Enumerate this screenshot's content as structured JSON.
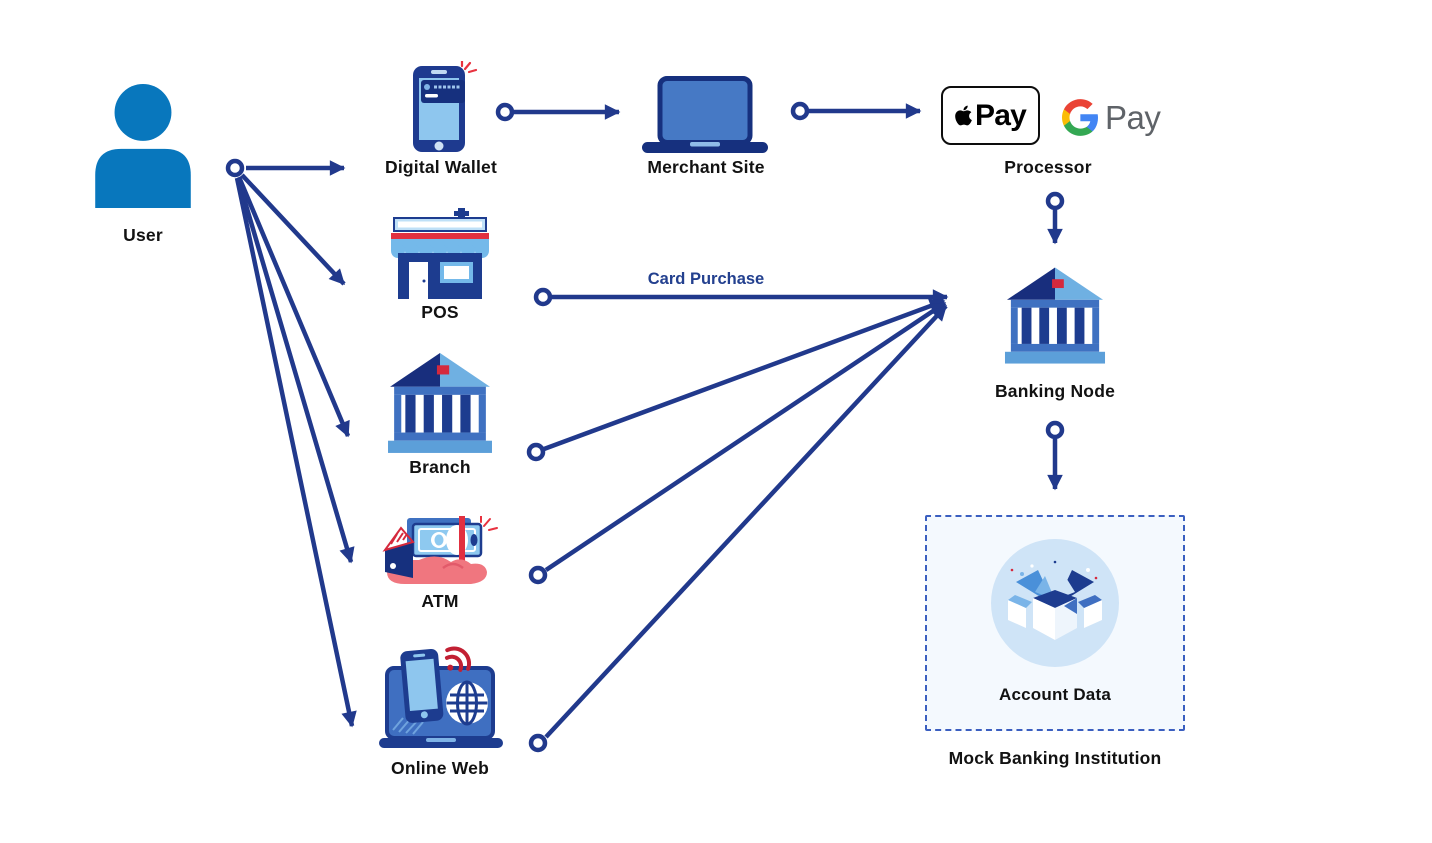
{
  "diagram": {
    "nodes": {
      "user": {
        "label": "User"
      },
      "digital_wallet": {
        "label": "Digital Wallet"
      },
      "merchant_site": {
        "label": "Merchant Site"
      },
      "processor": {
        "label": "Processor"
      },
      "pos": {
        "label": "POS"
      },
      "branch": {
        "label": "Branch"
      },
      "atm": {
        "label": "ATM"
      },
      "online_web": {
        "label": "Online Web"
      },
      "banking_node": {
        "label": "Banking Node"
      },
      "account_data": {
        "label": "Account Data"
      },
      "mock_banking_institution": {
        "label": "Mock Banking Institution"
      }
    },
    "edges": {
      "card_purchase": {
        "label": "Card Purchase"
      }
    },
    "logos": {
      "apple_pay": {
        "text": "Pay"
      },
      "google_pay": {
        "g": "G",
        "text": "Pay"
      }
    },
    "colors": {
      "arrow_navy": "#21398c",
      "icon_navy": "#1d3c8f",
      "pediment_dark": "#182e7d",
      "medium_blue": "#3f71c1",
      "laptop_blue": "#4679c5",
      "light_blue": "#74b9ea",
      "pale_blue": "#8ec9f0",
      "user_blue": "#0877bd",
      "accent_red": "#e13040",
      "flag_red": "#d5293d",
      "hand_pink": "#f0767f",
      "wifi_red": "#c22033",
      "gpay_gray": "#5f6368",
      "dashed_border": "#3b5fc0",
      "dashed_bg": "#f4f9fe",
      "circle_bg": "#cfe4f7"
    }
  }
}
